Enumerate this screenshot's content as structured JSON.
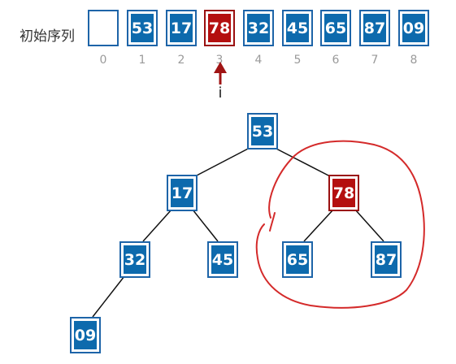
{
  "sequence": {
    "label": "初始序列",
    "cells": [
      "",
      "53",
      "17",
      "78",
      "32",
      "45",
      "65",
      "87",
      "09"
    ],
    "indices": [
      "0",
      "1",
      "2",
      "3",
      "4",
      "5",
      "6",
      "7",
      "8"
    ]
  },
  "pointer": {
    "label": "i"
  },
  "tree": {
    "nodes": [
      "53",
      "17",
      "78",
      "32",
      "45",
      "65",
      "87",
      "09"
    ]
  },
  "colors": {
    "node_fill": "#0d6aad",
    "highlight_fill": "#b40f0f",
    "annotation": "#d42a2a"
  }
}
